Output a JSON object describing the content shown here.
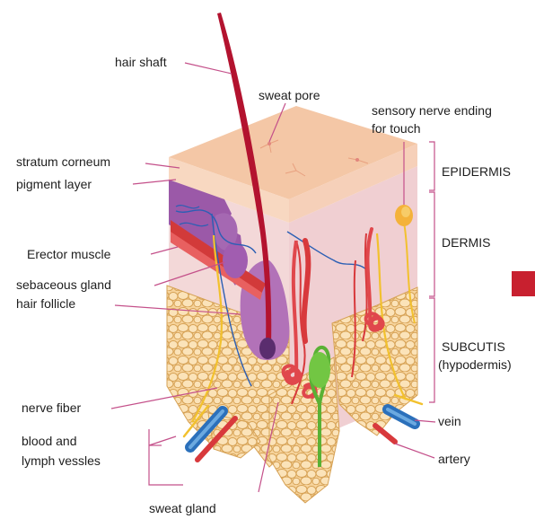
{
  "labels": {
    "hair_shaft": "hair shaft",
    "sweat_pore": "sweat pore",
    "sensory_nerve_line1": "sensory nerve ending",
    "sensory_nerve_line2": "for touch",
    "stratum_corneum": "stratum corneum",
    "pigment_layer": "pigment layer",
    "erector_muscle": "Erector muscle",
    "sebaceous_gland": "sebaceous gland",
    "hair_follicle": "hair follicle",
    "nerve_fiber": "nerve fiber",
    "blood_lymph_line1": "blood and",
    "blood_lymph_line2": "lymph vessles",
    "sweat_gland": "sweat gland",
    "vein": "vein",
    "artery": "artery"
  },
  "layers": {
    "epidermis": "EPIDERMIS",
    "dermis": "DERMIS",
    "subcutis_line1": "SUBCUTIS",
    "subcutis_line2": "(hypodermis)"
  },
  "colors": {
    "epidermis_top": "#f5c9a9",
    "epidermis_side": "#f7d5bf",
    "dermis": "#f4dada",
    "fat": "#f7d6a0",
    "fat_stroke": "#d9a55a",
    "hair": "#b4142e",
    "artery": "#d8393c",
    "vein": "#1f6fb8",
    "nerve": "#f2c330",
    "pigment": "#a056a8",
    "sweat_gland": "#e65a5a",
    "green_gland": "#66c23b",
    "leader": "#c0508a",
    "bracket": "#c0508a",
    "accent_square": "#c8202f"
  }
}
